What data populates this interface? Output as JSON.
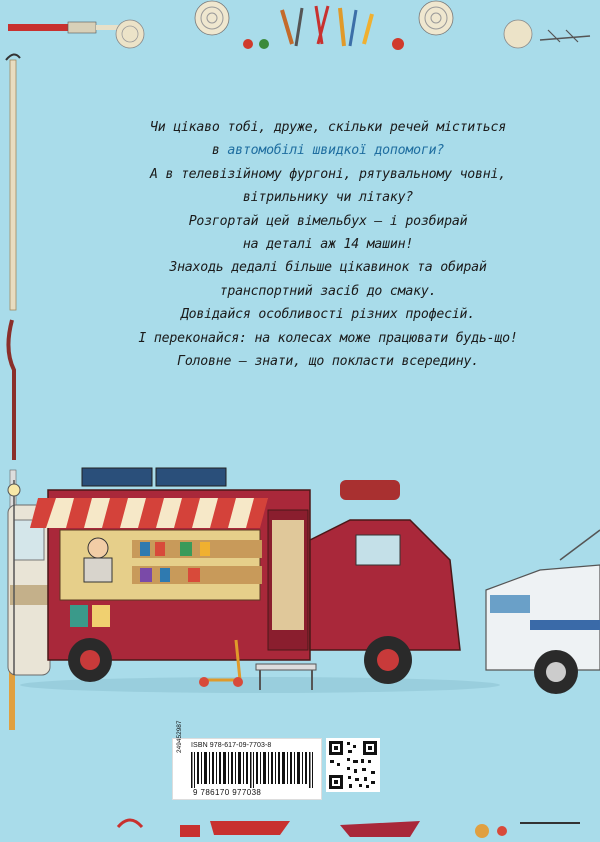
{
  "intro_text": {
    "line1": "Чи цікаво тобі, друже, скільки речей міститься",
    "line2_pre": "в ",
    "line2_hl": "автомобілі швидкої допомоги?",
    "line3": "А в телевізійному фургоні, рятувальному човні,",
    "line4": "вітрильнику чи літаку?",
    "line5": "Розгортай цей вімельбух — і розбирай",
    "line6": "на деталі аж 14 машин!",
    "line7": "Знаходь дедалі більше цікавинок та обирай",
    "line8": "транспортний засіб до смаку.",
    "line9": "Довідайся особливості різних професій.",
    "line10": "І переконайся: на колесах може працювати будь-що!",
    "line11": "Головне — знати, що покласти всередину."
  },
  "barcode": {
    "isbn": "ISBN 978-617-09-7703-8",
    "digits": "9 786170 977038",
    "side_code": "249452987"
  },
  "colors": {
    "background": "#a9dcea",
    "truck_red": "#a9283a",
    "awning_red": "#d4423a",
    "text": "#1b1b1b"
  },
  "icons": [
    "fire-hose-icon",
    "tools-icon",
    "bookmobile-truck-illustration",
    "police-car-illustration",
    "qr-code-icon"
  ]
}
